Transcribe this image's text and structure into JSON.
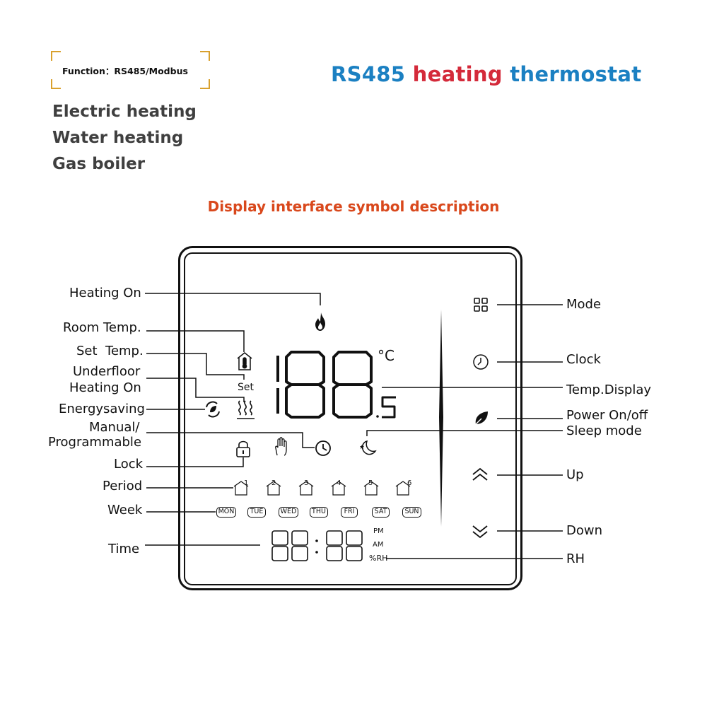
{
  "function_box": {
    "text": "Function：RS485/Modbus"
  },
  "features": [
    "Electric heating",
    "Water heating",
    "Gas boiler"
  ],
  "headline": {
    "part1": "RS485 ",
    "part2": "heating",
    "part3": " thermostat"
  },
  "subtitle": "Display interface symbol description",
  "left_callouts": {
    "heating_on": "Heating On",
    "room_temp": "Room Temp.",
    "set_temp": "Set  Temp.",
    "underfloor_1": "Underfloor",
    "underfloor_2": "Heating On",
    "energysaving": "Energysaving",
    "manual_1": "Manual/",
    "manual_2": "Programmable",
    "lock": "Lock",
    "period": "Period",
    "week": "Week",
    "time": "Time"
  },
  "right_callouts": {
    "mode": "Mode",
    "clock": "Clock",
    "temp_display": "Temp.Display",
    "power": "Power On/off",
    "sleep": "Sleep mode",
    "up": "Up",
    "down": "Down",
    "rh": "RH"
  },
  "lcd": {
    "set_label": "Set",
    "temp_unit": "°C",
    "pm": "PM",
    "am": "AM",
    "rh": "%RH",
    "periods": [
      "1",
      "2",
      "3",
      "4",
      "5",
      "6"
    ],
    "days": [
      "MON",
      "TUE",
      "WED",
      "THU",
      "FRI",
      "SAT",
      "SUN"
    ]
  },
  "colors": {
    "headline_blue": "#1b80c2",
    "headline_red": "#d42a3a",
    "subtitle": "#d9481c",
    "corner": "#d9a12e",
    "feature_text": "#3f3f3f"
  },
  "icons": {
    "flame": "flame-icon",
    "house_thermometer": "house-thermometer-icon",
    "heat_waves": "heat-waves-icon",
    "energy": "energy-saving-icon",
    "hand": "hand-icon",
    "clock": "clock-icon",
    "moon": "moon-icon",
    "lock": "lock-icon",
    "mode": "grid-mode-icon",
    "leaf": "leaf-icon",
    "up": "double-chevron-up-icon",
    "down": "double-chevron-down-icon"
  }
}
